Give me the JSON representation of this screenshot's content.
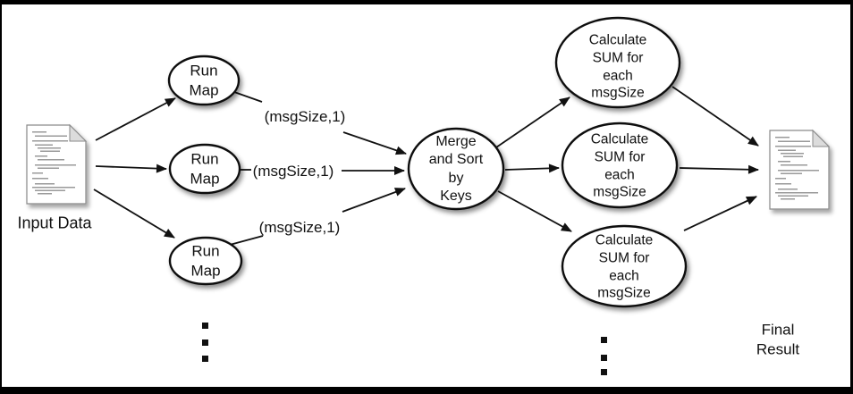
{
  "colors": {
    "frame_border": "#000000",
    "background": "#ffffff",
    "node_stroke": "#111111",
    "node_fill": "#ffffff",
    "text": "#111111"
  },
  "diagram": {
    "input": {
      "label": "Input Data",
      "icon": "document-icon"
    },
    "maps": [
      {
        "label": "Run\nMap"
      },
      {
        "label": "Run\nMap"
      },
      {
        "label": "Run\nMap"
      }
    ],
    "map_outputs": [
      "(msgSize,1)",
      "(msgSize,1)",
      "(msgSize,1)"
    ],
    "merge": {
      "label": "Merge\nand Sort\nby\nKeys"
    },
    "reducers": [
      {
        "label": "Calculate\nSUM for\neach\nmsgSize"
      },
      {
        "label": "Calculate\nSUM for\neach\nmsgSize"
      },
      {
        "label": "Calculate\nSUM for\neach\nmsgSize"
      }
    ],
    "output": {
      "label": "Final Result",
      "icon": "document-icon"
    }
  }
}
